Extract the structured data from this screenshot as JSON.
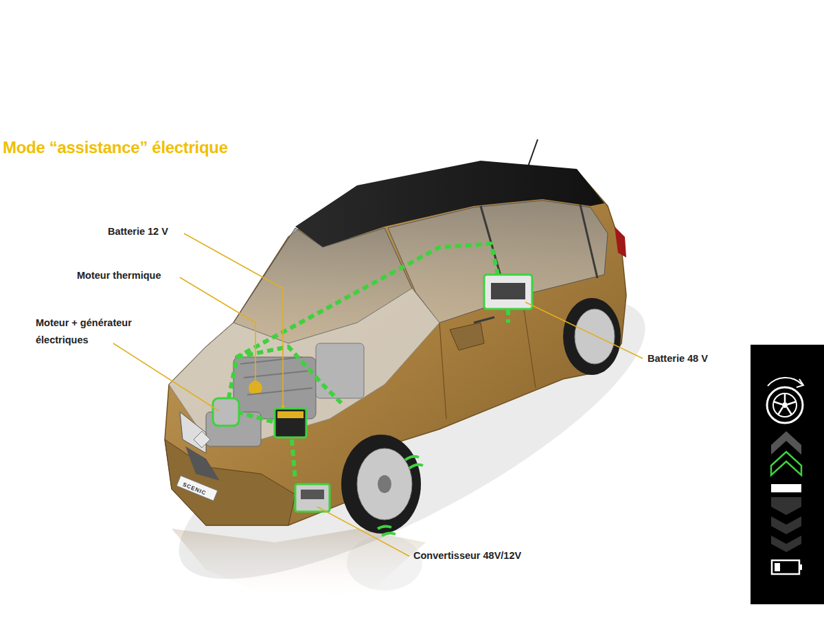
{
  "diagram": {
    "title": "Mode “assistance” électrique",
    "labels": [
      "Batterie 12 V",
      "Moteur thermique",
      "Moteur + générateur électriques",
      "Batterie 48 V",
      "Convertisseur 48V/12V",
      "SCENIC"
    ]
  }
}
